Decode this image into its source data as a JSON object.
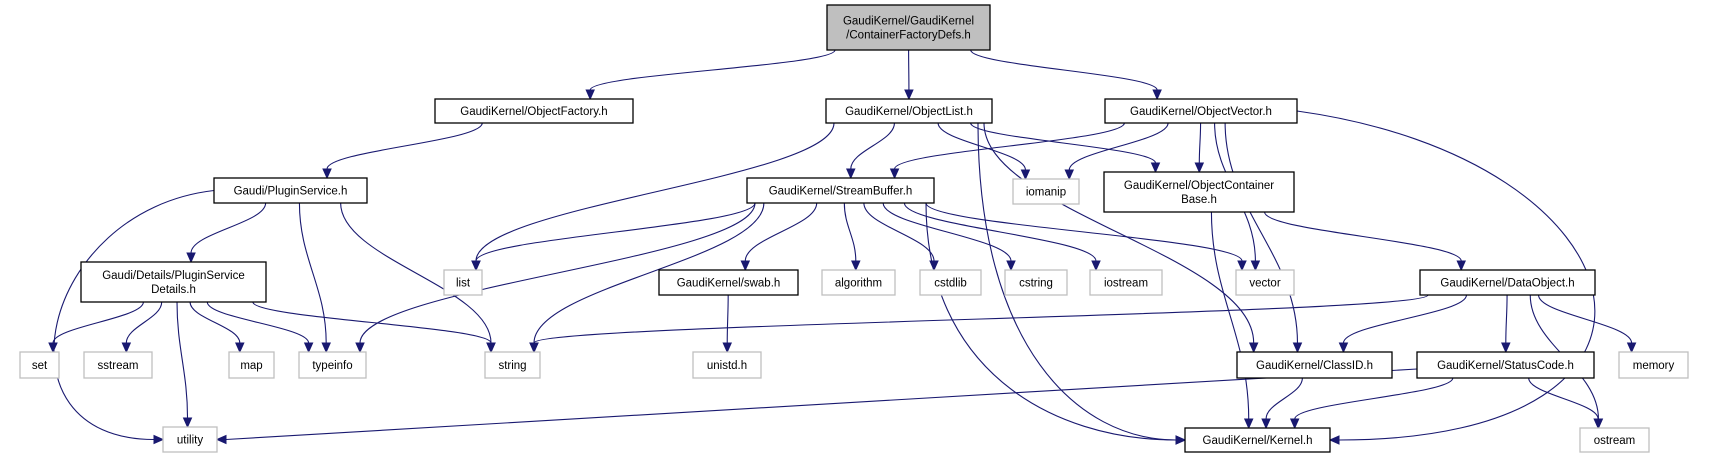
{
  "colors": {
    "edge": "#191970",
    "root_fill": "#bfbfbf",
    "documented_border": "#000000",
    "external_border": "#bfbfbf"
  },
  "nodes": [
    {
      "id": "root",
      "lines": [
        "GaudiKernel/GaudiKernel",
        "/ContainerFactoryDefs.h"
      ],
      "kind": "root"
    },
    {
      "id": "objfactory",
      "lines": [
        "GaudiKernel/ObjectFactory.h"
      ],
      "kind": "doc"
    },
    {
      "id": "objlist",
      "lines": [
        "GaudiKernel/ObjectList.h"
      ],
      "kind": "doc"
    },
    {
      "id": "objvector",
      "lines": [
        "GaudiKernel/ObjectVector.h"
      ],
      "kind": "doc"
    },
    {
      "id": "pluginsvc",
      "lines": [
        "Gaudi/PluginService.h"
      ],
      "kind": "doc"
    },
    {
      "id": "streambuf",
      "lines": [
        "GaudiKernel/StreamBuffer.h"
      ],
      "kind": "doc"
    },
    {
      "id": "iomanip",
      "lines": [
        "iomanip"
      ],
      "kind": "ext"
    },
    {
      "id": "ocbase",
      "lines": [
        "GaudiKernel/ObjectContainer",
        "Base.h"
      ],
      "kind": "doc"
    },
    {
      "id": "psdetails",
      "lines": [
        "Gaudi/Details/PluginService",
        "Details.h"
      ],
      "kind": "doc"
    },
    {
      "id": "list",
      "lines": [
        "list"
      ],
      "kind": "ext"
    },
    {
      "id": "swab",
      "lines": [
        "GaudiKernel/swab.h"
      ],
      "kind": "doc"
    },
    {
      "id": "algorithm",
      "lines": [
        "algorithm"
      ],
      "kind": "ext"
    },
    {
      "id": "cstdlib",
      "lines": [
        "cstdlib"
      ],
      "kind": "ext"
    },
    {
      "id": "cstring",
      "lines": [
        "cstring"
      ],
      "kind": "ext"
    },
    {
      "id": "iostream",
      "lines": [
        "iostream"
      ],
      "kind": "ext"
    },
    {
      "id": "vector",
      "lines": [
        "vector"
      ],
      "kind": "ext"
    },
    {
      "id": "dataobject",
      "lines": [
        "GaudiKernel/DataObject.h"
      ],
      "kind": "doc"
    },
    {
      "id": "set",
      "lines": [
        "set"
      ],
      "kind": "ext"
    },
    {
      "id": "sstream",
      "lines": [
        "sstream"
      ],
      "kind": "ext"
    },
    {
      "id": "map",
      "lines": [
        "map"
      ],
      "kind": "ext"
    },
    {
      "id": "typeinfo",
      "lines": [
        "typeinfo"
      ],
      "kind": "ext"
    },
    {
      "id": "string",
      "lines": [
        "string"
      ],
      "kind": "ext"
    },
    {
      "id": "unistd",
      "lines": [
        "unistd.h"
      ],
      "kind": "ext"
    },
    {
      "id": "classid",
      "lines": [
        "GaudiKernel/ClassID.h"
      ],
      "kind": "doc"
    },
    {
      "id": "statuscode",
      "lines": [
        "GaudiKernel/StatusCode.h"
      ],
      "kind": "doc"
    },
    {
      "id": "memory",
      "lines": [
        "memory"
      ],
      "kind": "ext"
    },
    {
      "id": "utility",
      "lines": [
        "utility"
      ],
      "kind": "ext"
    },
    {
      "id": "kernel",
      "lines": [
        "GaudiKernel/Kernel.h"
      ],
      "kind": "doc"
    },
    {
      "id": "ostream",
      "lines": [
        "ostream"
      ],
      "kind": "ext"
    }
  ],
  "edges": [
    [
      "root",
      "objfactory"
    ],
    [
      "root",
      "objlist"
    ],
    [
      "root",
      "objvector"
    ],
    [
      "objfactory",
      "pluginsvc"
    ],
    [
      "objlist",
      "streambuf"
    ],
    [
      "objlist",
      "list"
    ],
    [
      "objlist",
      "iomanip"
    ],
    [
      "objlist",
      "ocbase"
    ],
    [
      "objlist",
      "classid"
    ],
    [
      "objlist",
      "kernel"
    ],
    [
      "objvector",
      "streambuf"
    ],
    [
      "objvector",
      "iomanip"
    ],
    [
      "objvector",
      "ocbase"
    ],
    [
      "objvector",
      "vector"
    ],
    [
      "objvector",
      "classid"
    ],
    [
      "objvector",
      "kernel"
    ],
    [
      "pluginsvc",
      "psdetails"
    ],
    [
      "pluginsvc",
      "typeinfo"
    ],
    [
      "pluginsvc",
      "string"
    ],
    [
      "pluginsvc",
      "utility"
    ],
    [
      "streambuf",
      "list"
    ],
    [
      "streambuf",
      "typeinfo"
    ],
    [
      "streambuf",
      "string"
    ],
    [
      "streambuf",
      "swab"
    ],
    [
      "streambuf",
      "algorithm"
    ],
    [
      "streambuf",
      "cstdlib"
    ],
    [
      "streambuf",
      "cstring"
    ],
    [
      "streambuf",
      "iostream"
    ],
    [
      "streambuf",
      "vector"
    ],
    [
      "streambuf",
      "kernel"
    ],
    [
      "ocbase",
      "kernel"
    ],
    [
      "ocbase",
      "dataobject"
    ],
    [
      "psdetails",
      "set"
    ],
    [
      "psdetails",
      "sstream"
    ],
    [
      "psdetails",
      "map"
    ],
    [
      "psdetails",
      "typeinfo"
    ],
    [
      "psdetails",
      "string"
    ],
    [
      "psdetails",
      "utility"
    ],
    [
      "swab",
      "unistd"
    ],
    [
      "dataobject",
      "string"
    ],
    [
      "dataobject",
      "classid"
    ],
    [
      "dataobject",
      "statuscode"
    ],
    [
      "dataobject",
      "memory"
    ],
    [
      "dataobject",
      "ostream"
    ],
    [
      "classid",
      "kernel"
    ],
    [
      "statuscode",
      "utility"
    ],
    [
      "statuscode",
      "kernel"
    ],
    [
      "statuscode",
      "ostream"
    ]
  ]
}
